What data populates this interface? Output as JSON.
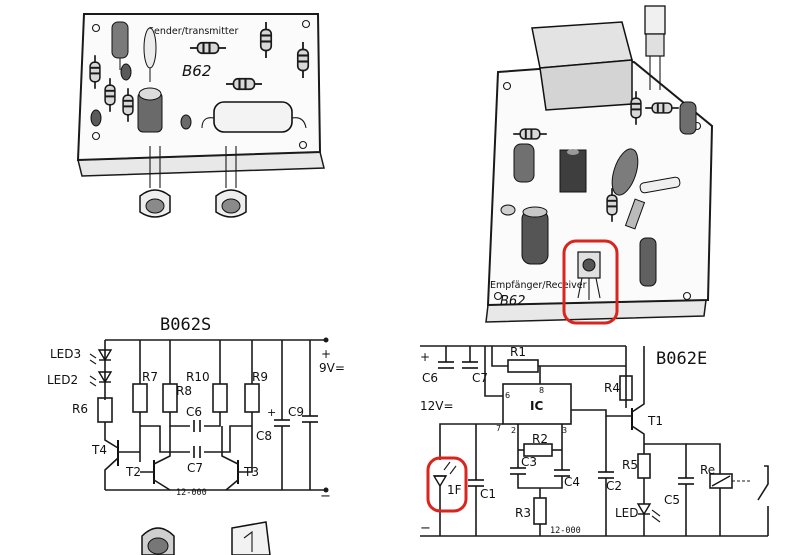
{
  "transmitter_board": {
    "header": "Sender/transmitter",
    "code": "B62"
  },
  "receiver_board": {
    "label": "Empfänger/Receiver",
    "code": "B62"
  },
  "transmitter_schematic": {
    "title": "B062S",
    "labels": {
      "led3": "LED3",
      "led2": "LED2",
      "r6": "R6",
      "r7": "R7",
      "r8": "R8",
      "r10": "R10",
      "r9": "R9",
      "c6": "C6",
      "c7": "C7",
      "c8": "C8",
      "c9": "C9",
      "t4": "T4",
      "t2": "T2",
      "t3": "T3",
      "plus": "+",
      "supply": "9V=",
      "minus": "−",
      "board_code": "12-000"
    }
  },
  "receiver_schematic": {
    "title": "B062E",
    "labels": {
      "plus": "+",
      "minus": "−",
      "c6": "C6",
      "c7": "C7",
      "r1": "R1",
      "ic": "IC",
      "supply": "12V=",
      "pin6": "6",
      "pin8": "8",
      "pin7": "7",
      "pin2": "2",
      "pin3": "3",
      "r2": "R2",
      "r4": "R4",
      "t1": "T1",
      "c3": "C3",
      "c4": "C4",
      "c1": "C1",
      "c2": "C2",
      "r3": "R3",
      "r5": "R5",
      "c5": "C5",
      "led": "LED",
      "re": "Re",
      "ir_sensor": "1F",
      "board_code": "12-000"
    }
  },
  "highlight_color": "#d9251d"
}
